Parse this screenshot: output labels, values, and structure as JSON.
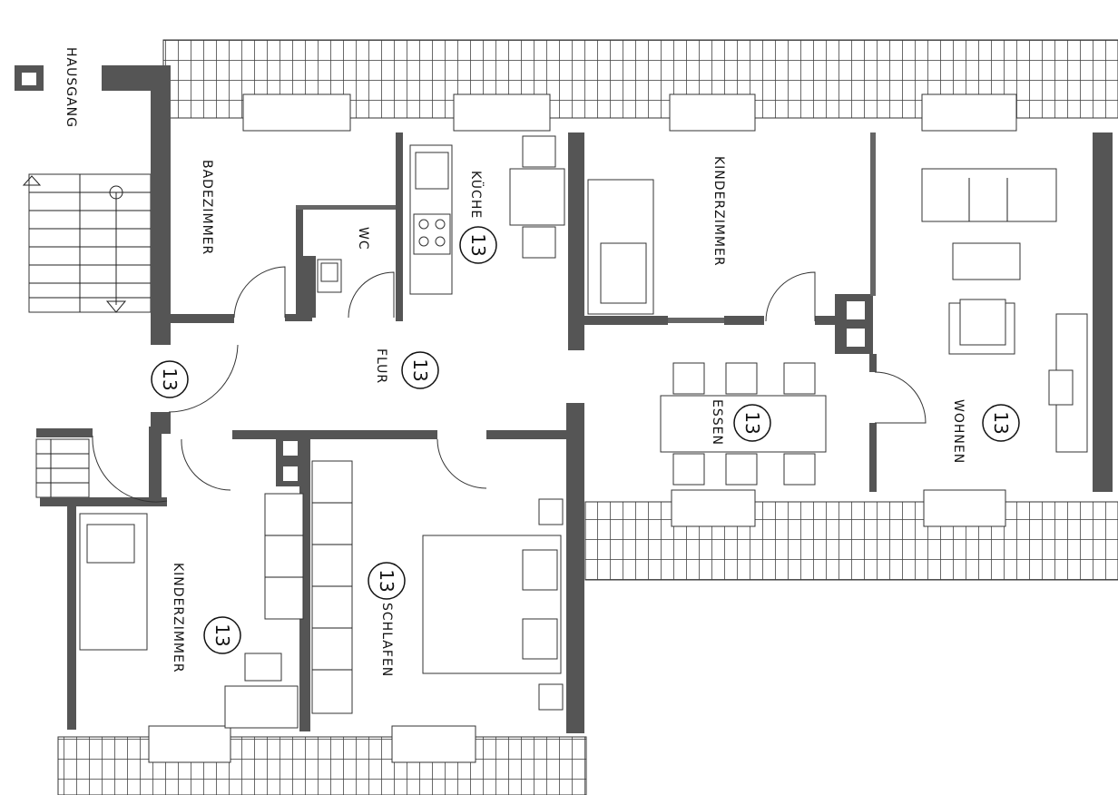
{
  "plan": {
    "entrance_label": "HAUSGANG",
    "rooms": {
      "bathroom": "BADEZIMMER",
      "wc": "WC",
      "kitchen": "KÜCHE",
      "kids_room_north": "KINDERZIMMER",
      "hall": "FLUR",
      "dining": "ESSEN",
      "living": "WOHNEN",
      "bedroom": "SCHLAFEN",
      "kids_room_south": "KINDERZIMMER"
    },
    "markers": {
      "kitchen": "13",
      "hall": "13",
      "entry": "13",
      "dining": "13",
      "living": "13",
      "bedroom": "13",
      "kids_room_south": "13"
    }
  }
}
